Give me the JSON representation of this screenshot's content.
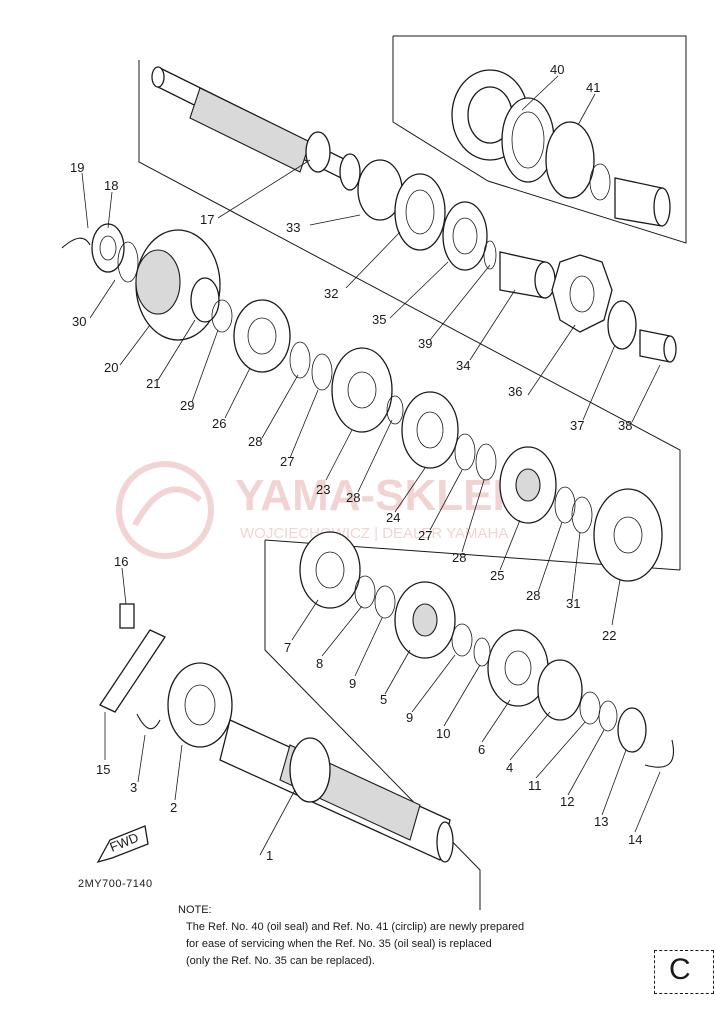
{
  "diagram": {
    "callouts": [
      "1",
      "2",
      "3",
      "4",
      "5",
      "6",
      "7",
      "8",
      "9",
      "9",
      "10",
      "11",
      "12",
      "13",
      "14",
      "15",
      "16",
      "17",
      "18",
      "19",
      "20",
      "21",
      "22",
      "23",
      "24",
      "25",
      "26",
      "27",
      "27",
      "28",
      "28",
      "28",
      "28",
      "29",
      "30",
      "31",
      "32",
      "33",
      "34",
      "35",
      "36",
      "37",
      "38",
      "39",
      "40",
      "41"
    ],
    "fwd_label": "FWD"
  },
  "watermark": {
    "main": "YAMA-SKLEP",
    "sub": "WOJCIECHOWICZ | DEALER YAMAHA"
  },
  "diagram_code": "2MY700-7140",
  "note": {
    "title": "NOTE:",
    "lines": [
      "The Ref. No. 40 (oil seal) and Ref. No. 41 (circlip) are newly prepared",
      "for ease of servicing when the Ref. No. 35 (oil seal) is replaced",
      "(only the Ref. No. 35 can be replaced)."
    ]
  },
  "page_mark": "C"
}
